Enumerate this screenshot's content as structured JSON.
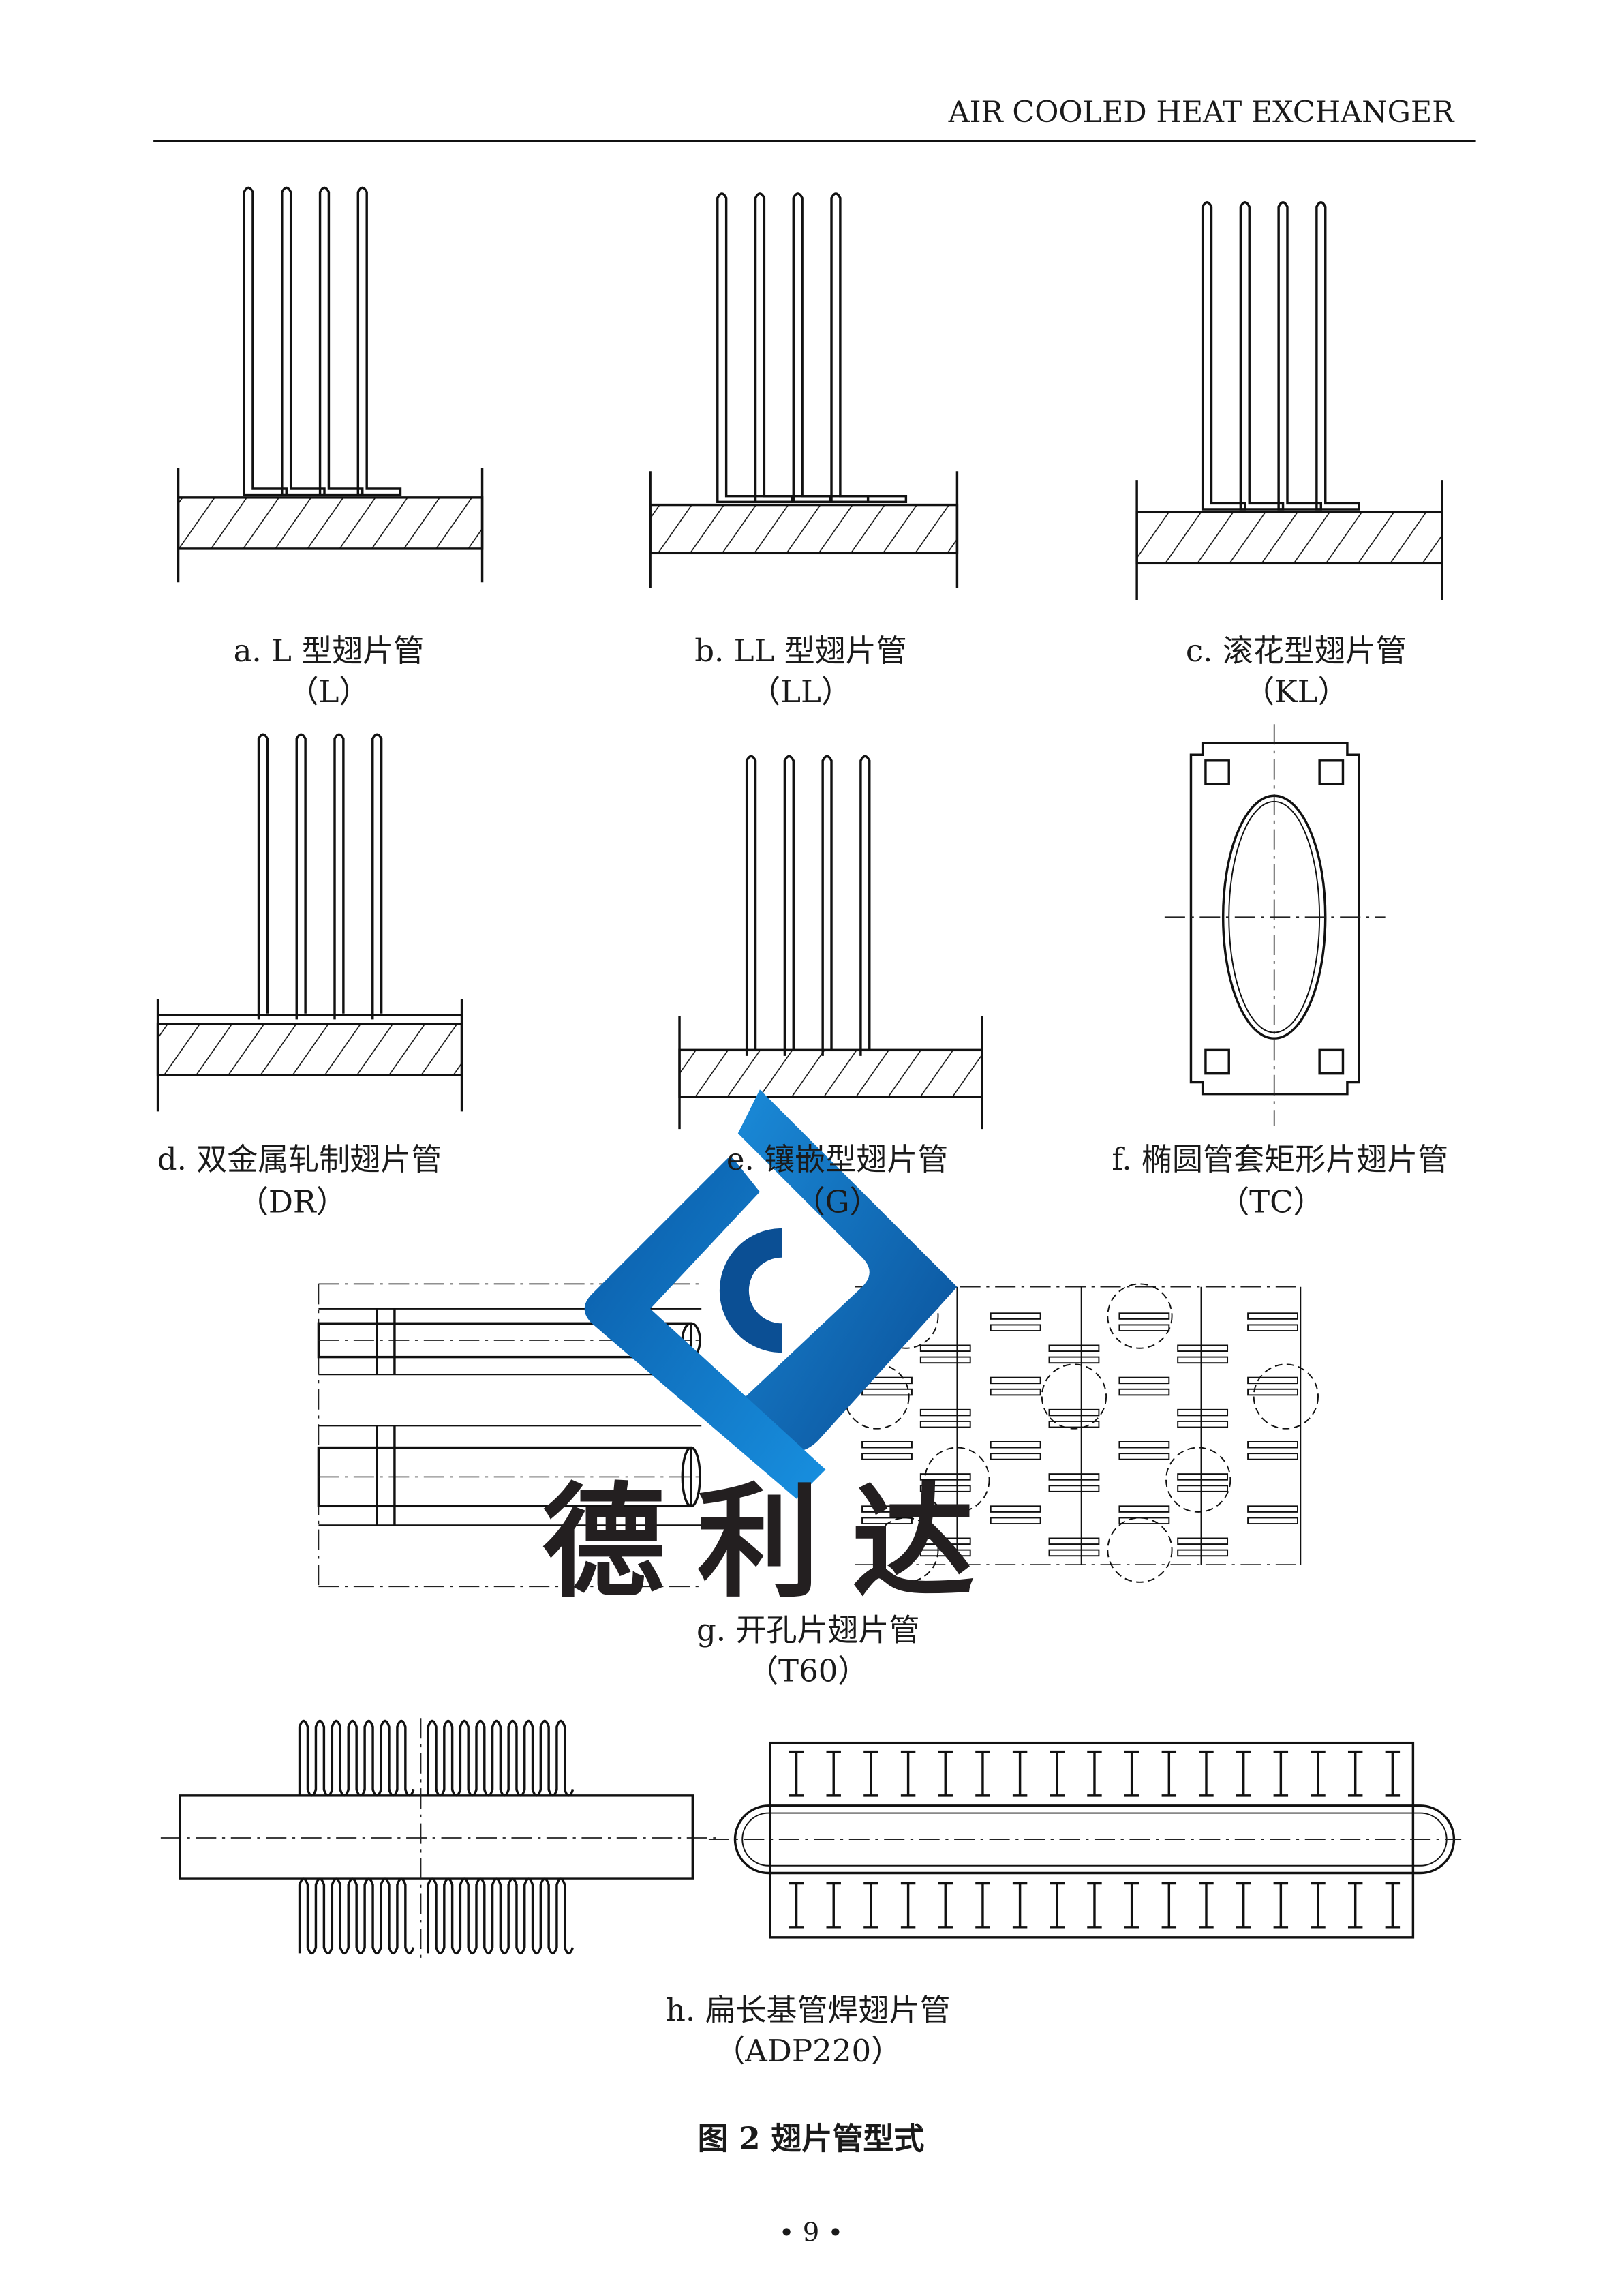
{
  "header": {
    "title": "AIR COOLED HEAT EXCHANGER"
  },
  "figures": [
    {
      "id": "a",
      "caption": "a. L 型翅片管",
      "code": "（L）"
    },
    {
      "id": "b",
      "caption": "b. LL 型翅片管",
      "code": "（LL）"
    },
    {
      "id": "c",
      "caption": "c. 滚花型翅片管",
      "code": "（KL）"
    },
    {
      "id": "d",
      "caption": "d. 双金属轧制翅片管",
      "code": "（DR）"
    },
    {
      "id": "e",
      "caption": "e. 镶嵌型翅片管",
      "code": "（G）"
    },
    {
      "id": "f",
      "caption": "f. 椭圆管套矩形片翅片管",
      "code": "（TC）"
    },
    {
      "id": "g",
      "caption": "g. 开孔片翅片管",
      "code": "（T60）"
    },
    {
      "id": "h",
      "caption": "h. 扁长基管焊翅片管",
      "code": "（ADP220）"
    }
  ],
  "figure_title": "图 2  翅片管型式",
  "page_number": "•  9  •",
  "watermark": {
    "text": "德利达",
    "colors": [
      "#0a5aa6",
      "#1a8ad8",
      "#231f20"
    ]
  }
}
